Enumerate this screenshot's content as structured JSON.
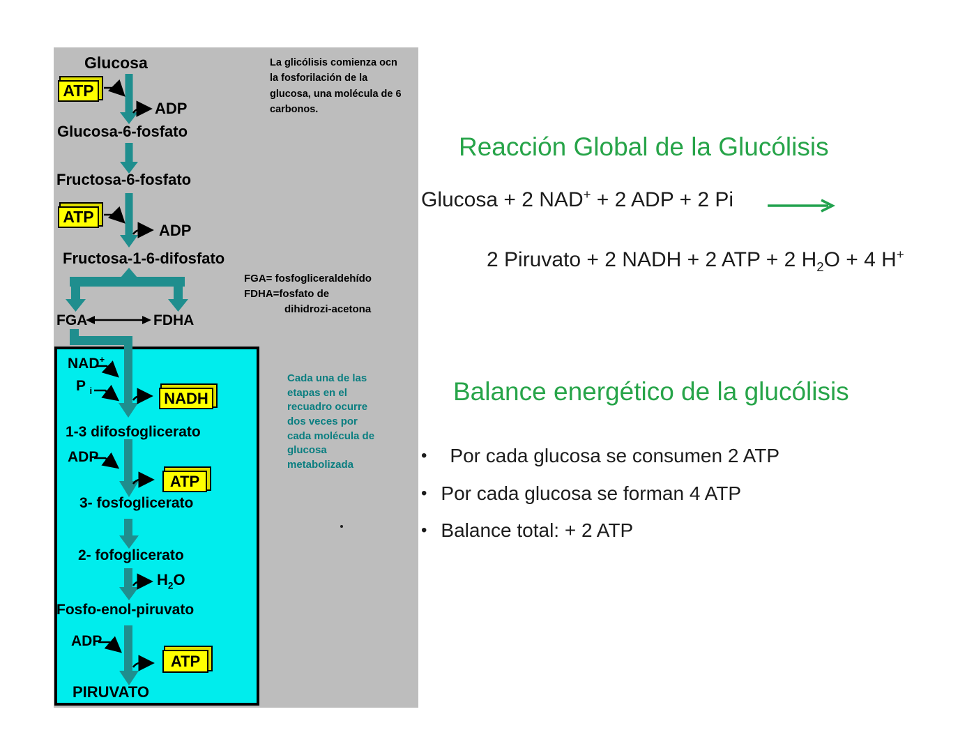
{
  "panel": {
    "note_top": {
      "l1": "La glicólisis comienza ocn",
      "l2": "la fosforilación de la",
      "l3": "glucosa, una molécula de 6",
      "l4": "carbonos."
    },
    "legend": {
      "l1": "FGA= fosfogliceraldehído",
      "l2": "FDHA=fosfato de",
      "l3": "dihidrozi-acetona"
    },
    "note_box": {
      "l1": "Cada una de las",
      "l2": "etapas en el",
      "l3": "recuadro ocurre",
      "l4": "dos veces por",
      "l5": "cada molécula de",
      "l6": "glucosa",
      "l7": "metabolizada"
    },
    "steps": {
      "glucosa": "Glucosa",
      "g6p": "Glucosa-6-fosfato",
      "f6p": "Fructosa-6-fosfato",
      "f16dp": "Fructosa-1-6-difosfato",
      "fga": "FGA",
      "fdha": "FDHA",
      "dpg": "1-3 difosfoglicerato",
      "pg3": "3- fosfoglicerato",
      "pg2": "2- fofoglicerato",
      "pep": "Fosfo-enol-piruvato",
      "piruvato": "PIRUVATO"
    },
    "tokens": {
      "atp": "ATP",
      "adp": "ADP",
      "nadh": "NADH",
      "nad_base": "NAD",
      "nad_sup": "+",
      "p_base": "P",
      "p_sub": "i",
      "h2o_h": "H",
      "h2o_sub": "2",
      "h2o_o": "O"
    }
  },
  "reaction": {
    "title": "Reacción Global de la Glucólisis",
    "lhs_main": "Glucosa + 2 NAD",
    "lhs_sup": "+",
    "lhs_rest": " + 2 ADP + 2 Pi",
    "rhs_main": "2 Piruvato + 2 NADH + 2 ATP + 2 H",
    "rhs_sub": "2",
    "rhs_mid": "O + 4 H",
    "rhs_sup": "+"
  },
  "balance": {
    "title": "Balance energético de la glucólisis",
    "bullet_glyph": "•",
    "bullets": [
      "Por cada glucosa se consumen 2 ATP",
      "Por cada glucosa se forman 4 ATP",
      "Balance total: + 2 ATP"
    ]
  },
  "colors": {
    "teal_arrow": "#1f8e8e",
    "teal_text": "#0a7e80",
    "cyan_box": "#00eded",
    "panel_gray": "#bdbdbd",
    "chip_yellow": "#ffff00",
    "green_accent": "#27a449"
  }
}
